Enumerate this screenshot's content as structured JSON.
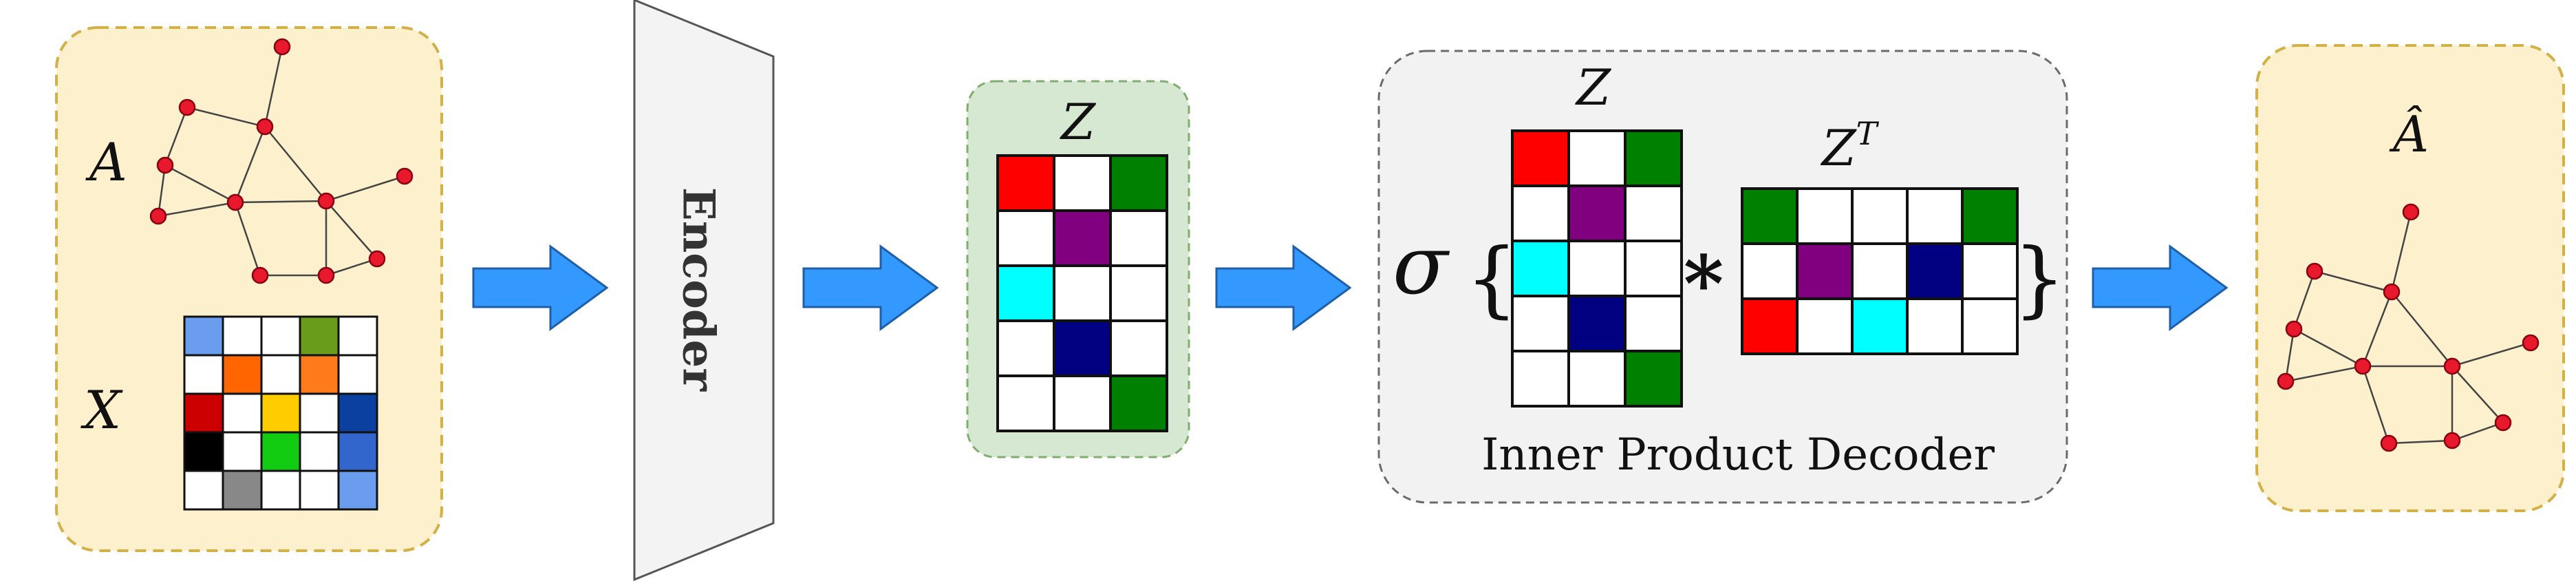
{
  "input_panel": {
    "adjacency_label": "A",
    "feature_label": "X",
    "feature_matrix": {
      "rows": 5,
      "cols": 5,
      "cells": [
        [
          "#6a9ded",
          "#ffffff",
          "#ffffff",
          "#6a9b1a",
          "#ffffff"
        ],
        [
          "#ffffff",
          "#ff6600",
          "#ffffff",
          "#ff7a1a",
          "#ffffff"
        ],
        [
          "#cc0000",
          "#ffffff",
          "#ffcc00",
          "#ffffff",
          "#0b3fa0"
        ],
        [
          "#000000",
          "#ffffff",
          "#11cc11",
          "#ffffff",
          "#3366cc"
        ],
        [
          "#ffffff",
          "#888888",
          "#ffffff",
          "#ffffff",
          "#6a9ded"
        ]
      ]
    }
  },
  "encoder": {
    "label": "Encoder"
  },
  "latent_panel": {
    "label": "Z",
    "matrix": {
      "cells": [
        [
          "#ff0000",
          "#ffffff",
          "#008000"
        ],
        [
          "#ffffff",
          "#800080",
          "#ffffff"
        ],
        [
          "#00ffff",
          "#ffffff",
          "#ffffff"
        ],
        [
          "#ffffff",
          "#000080",
          "#ffffff"
        ],
        [
          "#ffffff",
          "#ffffff",
          "#008000"
        ]
      ]
    }
  },
  "decoder_panel": {
    "z_label": "Z",
    "zt_base": "Z",
    "zt_superscript": "T",
    "sigma": "σ",
    "brace_open": "{",
    "brace_close": "}",
    "multiply": "*",
    "caption": "Inner Product Decoder",
    "z_matrix": {
      "cells": [
        [
          "#ff0000",
          "#ffffff",
          "#008000"
        ],
        [
          "#ffffff",
          "#800080",
          "#ffffff"
        ],
        [
          "#00ffff",
          "#ffffff",
          "#ffffff"
        ],
        [
          "#ffffff",
          "#000080",
          "#ffffff"
        ],
        [
          "#ffffff",
          "#ffffff",
          "#008000"
        ]
      ]
    },
    "zt_matrix": {
      "cells": [
        [
          "#008000",
          "#ffffff",
          "#ffffff",
          "#ffffff",
          "#008000"
        ],
        [
          "#ffffff",
          "#800080",
          "#ffffff",
          "#000080",
          "#ffffff"
        ],
        [
          "#ff0000",
          "#ffffff",
          "#00ffff",
          "#ffffff",
          "#ffffff"
        ]
      ]
    }
  },
  "output_panel": {
    "label": "Â"
  },
  "colors": {
    "panel_yellow_fill": "#fdf0cc",
    "panel_yellow_border": "#d4b048",
    "panel_green_fill": "#d6e8d2",
    "panel_green_border": "#7fae6e",
    "panel_gray_fill": "#f2f2f2",
    "panel_gray_border": "#6b6b6b",
    "encoder_fill": "#f3f3f3",
    "encoder_border": "#555555",
    "arrow_fill": "#3399ff",
    "arrow_border": "#1f5fa8",
    "node_fill": "#e8192c",
    "node_border": "#8a0010",
    "edge": "#444444"
  }
}
